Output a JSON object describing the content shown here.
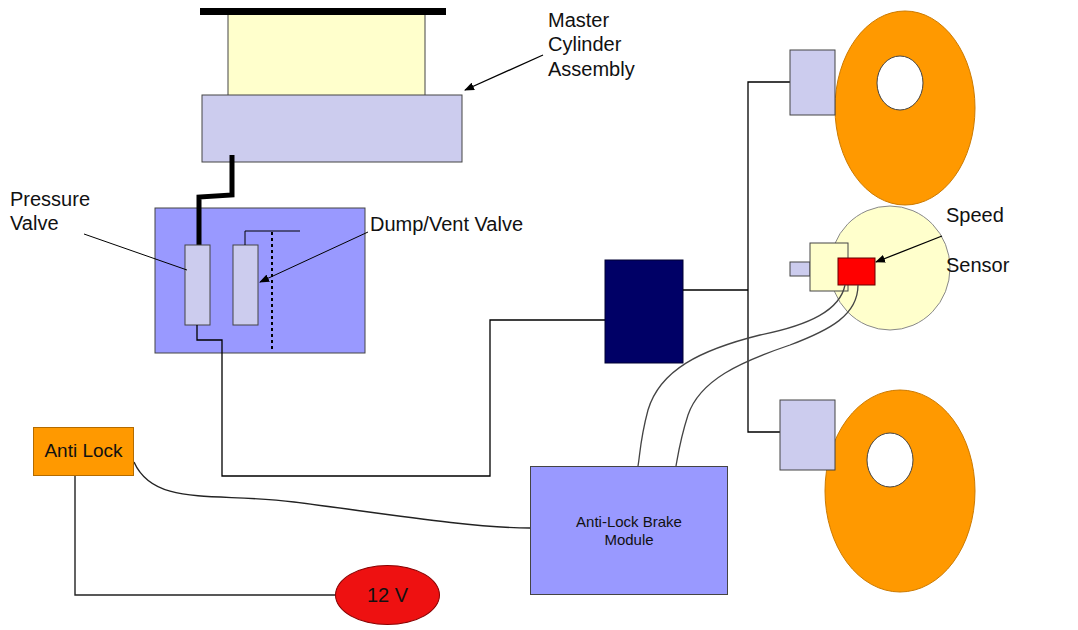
{
  "diagram": {
    "nodes": [
      {
        "text": [
          "Anti Lock"
        ]
      },
      {
        "text": [
          "12 V"
        ]
      },
      {
        "text": [
          "Anti-Lock Brake Module"
        ]
      }
    ],
    "edges": [
      {
        "from": 0,
        "to": 2,
        "arrow": "none"
      },
      {
        "from": 0,
        "to": 1,
        "arrow": "none"
      }
    ],
    "labels": [
      "Master Cylinder Assembly",
      "Pressure Valve",
      "Dump/Vent Valve",
      "Speed",
      "Sensor"
    ]
  }
}
